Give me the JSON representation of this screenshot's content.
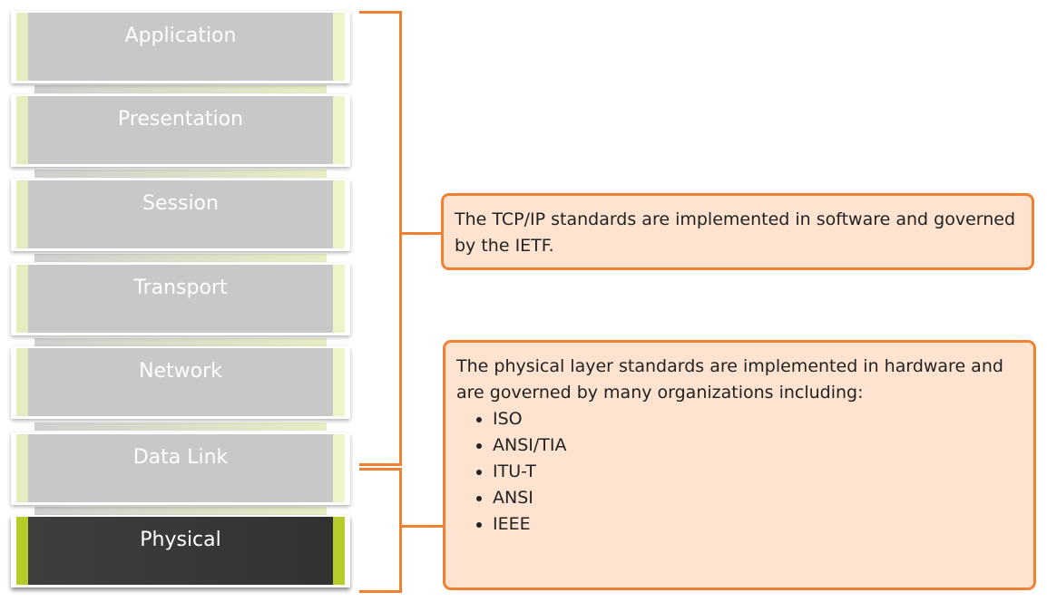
{
  "layers": [
    {
      "label": "Application"
    },
    {
      "label": "Presentation"
    },
    {
      "label": "Session"
    },
    {
      "label": "Transport"
    },
    {
      "label": "Network"
    },
    {
      "label": "Data Link"
    },
    {
      "label": "Physical",
      "highlighted": true
    }
  ],
  "callouts": {
    "tcpip": {
      "text": "The TCP/IP standards are implemented in software and governed by the IETF."
    },
    "physical": {
      "text": "The physical layer standards are implemented in hardware and are governed by many organizations including:",
      "items": [
        "ISO",
        "ANSI/TIA",
        "ITU-T",
        "ANSI",
        "IEEE"
      ]
    }
  },
  "colors": {
    "accent_orange": "#f08132",
    "callout_fill": "#fde3d0",
    "layer_gray": "#c8c8c8",
    "layer_dark": "#363636",
    "layer_lime_edge": "#b7cc2a"
  }
}
